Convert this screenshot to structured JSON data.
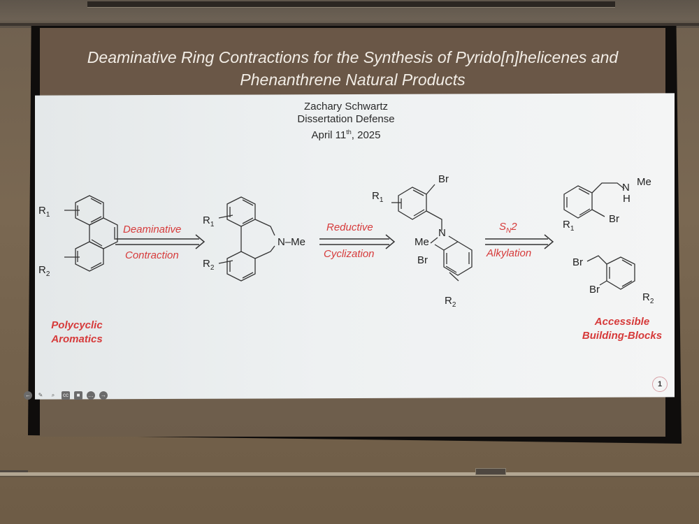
{
  "slide": {
    "title_line1": "Deaminative Ring Contractions for the Synthesis of Pyrido[n]helicenes and",
    "title_line2": "Phenanthrene Natural Products",
    "author": "Zachary Schwartz",
    "event": "Dissertation Defense",
    "date_prefix": "April 11",
    "date_sup": "th",
    "date_suffix": ", 2025",
    "page_number": "1",
    "colors": {
      "header": "#6a5747",
      "accent_red": "#d63a3a",
      "body_bg": "#eef1f2"
    }
  },
  "scheme": {
    "steps": [
      {
        "top": "Deaminative",
        "bottom": "Contraction"
      },
      {
        "top": "Reductive",
        "bottom": "Cyclization"
      },
      {
        "top_main": "S",
        "top_sub": "N",
        "top_tail": "2",
        "bottom": "Alkylation"
      }
    ],
    "left_caption": [
      "Polycyclic",
      "Aromatics"
    ],
    "right_caption": [
      "Accessible",
      "Building-Blocks"
    ],
    "molecule_labels": {
      "phenanthrene": {
        "r1": "R",
        "r1_sub": "1",
        "r2": "R",
        "r2_sub": "2"
      },
      "azepine": {
        "r1": "R",
        "r1_sub": "1",
        "r2": "R",
        "r2_sub": "2",
        "amine": "N–Me"
      },
      "dibenzylamine": {
        "br_top": "Br",
        "r1": "R",
        "r1_sub": "1",
        "n": "N",
        "me": "Me",
        "br_bottom": "Br",
        "r2": "R",
        "r2_sub": "2"
      },
      "benzylamine": {
        "nh": "N",
        "h": "H",
        "me": "Me",
        "br": "Br",
        "r1": "R",
        "r1_sub": "1"
      },
      "benzyl_bromide": {
        "br_ch2": "Br",
        "br_ring": "Br",
        "r2": "R",
        "r2_sub": "2"
      }
    }
  },
  "toolbar": {
    "icons": [
      "back-icon",
      "pen-icon",
      "zoom-icon",
      "captions-icon",
      "camera-icon",
      "more-icon",
      "forward-icon"
    ],
    "glyphs": [
      "←",
      "✎",
      "⌕",
      "cc",
      "■",
      "…",
      "→"
    ]
  }
}
